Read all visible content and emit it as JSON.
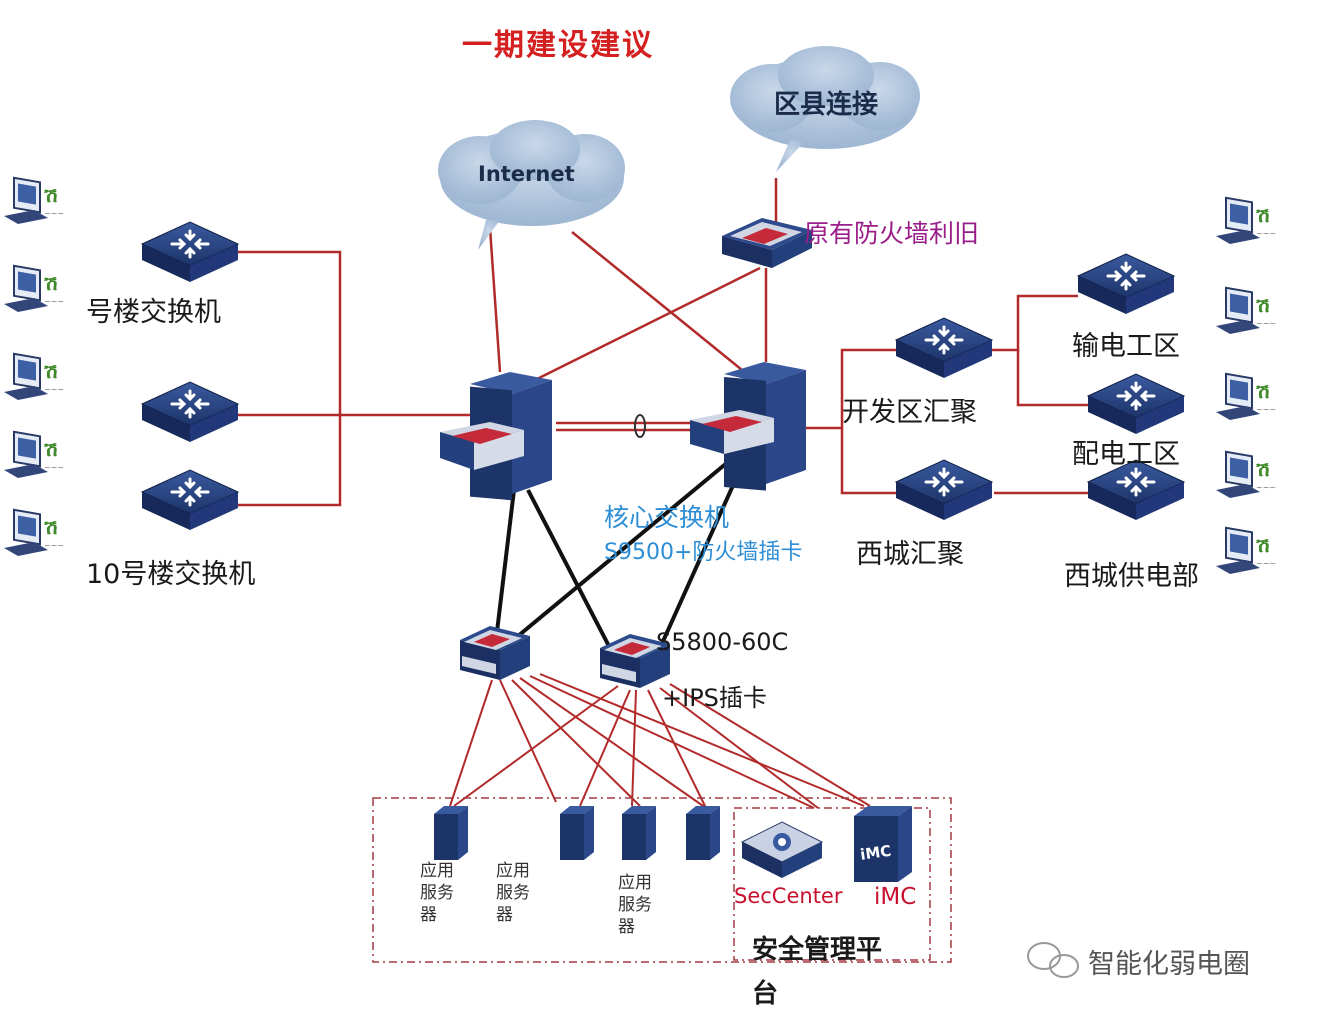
{
  "title": "一期建设建议",
  "clouds": {
    "internet": "Internet",
    "district": "区县连接"
  },
  "firewall": {
    "label": "原有防火墙利旧"
  },
  "left_switches": {
    "top_label": "号楼交换机",
    "bottom_label": "10号楼交换机"
  },
  "core": {
    "label_line1": "核心交换机",
    "label_line2": "S9500+防火墙插卡"
  },
  "aggregation": {
    "dev_zone": "开发区汇聚",
    "xicheng": "西城汇聚",
    "transmission": "输电工区",
    "distribution": "配电工区",
    "xicheng_supply": "西城供电部"
  },
  "access": {
    "label_line1": "S5800-60C",
    "label_line2": "+IPS插卡"
  },
  "servers": {
    "app_server_1": "应用服务器",
    "app_server_2": "应用服务器",
    "app_server_3": "应用服务器",
    "seccenter": "SecCenter",
    "imc": "iMC",
    "imc_box": "iMC",
    "platform": "安全管理平台"
  },
  "watermark": "智能化弱电圈",
  "colors": {
    "title": "#d42020",
    "red_link": "#b22a2a",
    "black_link": "#111111",
    "device": "#1e3466",
    "cloud": "#a7bfd9"
  }
}
